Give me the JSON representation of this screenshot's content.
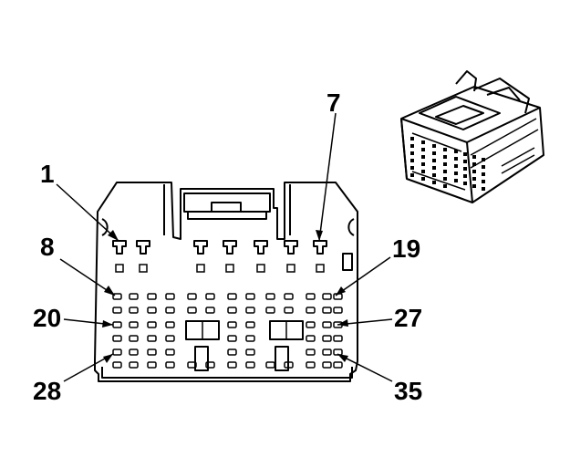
{
  "pin_labels": {
    "pin_1": "1",
    "pin_7": "7",
    "pin_8": "8",
    "pin_19": "19",
    "pin_20": "20",
    "pin_27": "27",
    "pin_28": "28",
    "pin_35": "35"
  }
}
